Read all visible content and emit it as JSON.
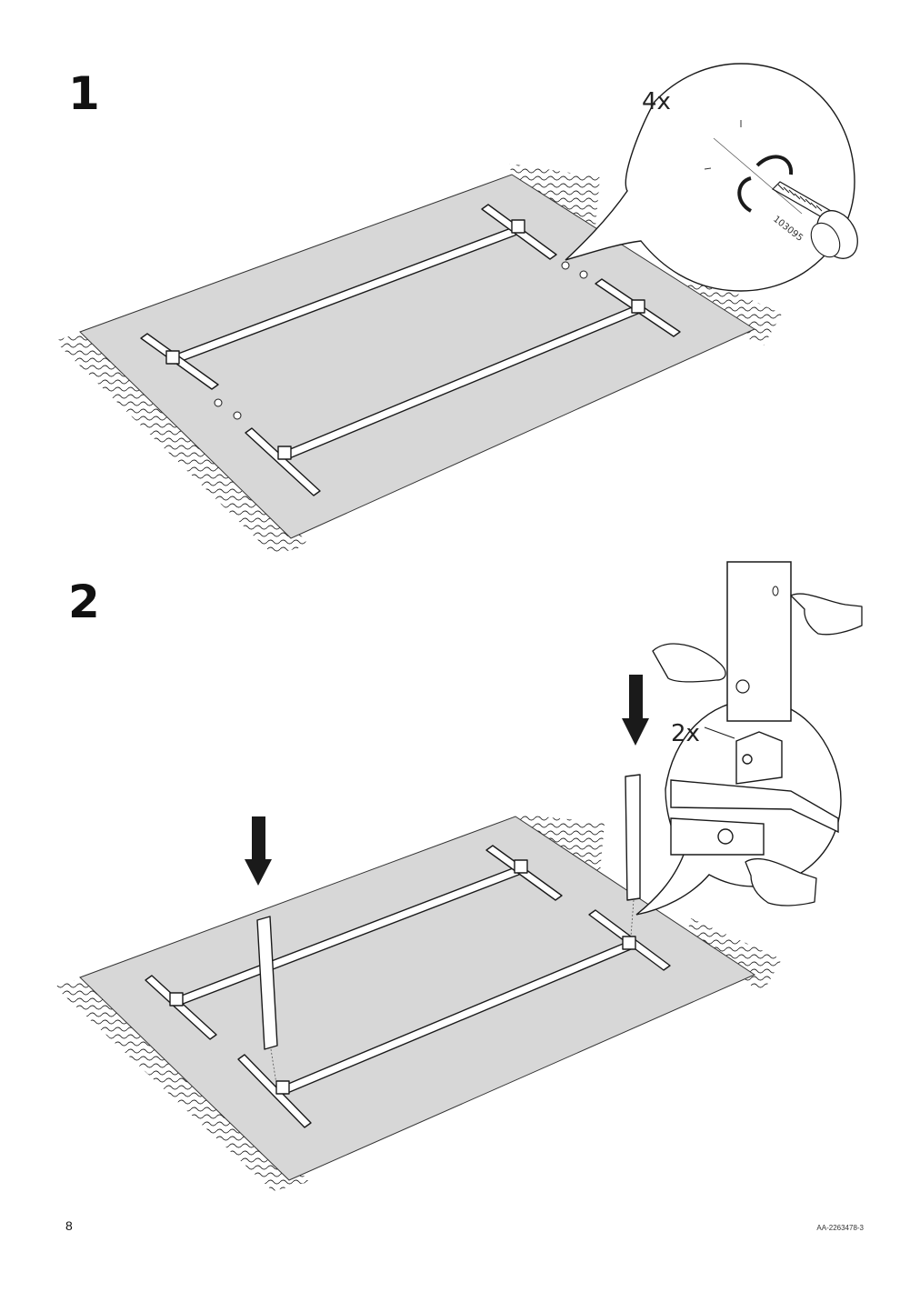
{
  "steps": [
    {
      "number": "1",
      "quantity": "4x",
      "part_number": "103095"
    },
    {
      "number": "2",
      "quantity": "2x"
    }
  ],
  "footer": {
    "page_number": "8",
    "doc_code": "AA-2263478-3"
  },
  "colors": {
    "rug": "#d7d7d7",
    "ink": "#1a1a1a",
    "paper": "#ffffff"
  }
}
